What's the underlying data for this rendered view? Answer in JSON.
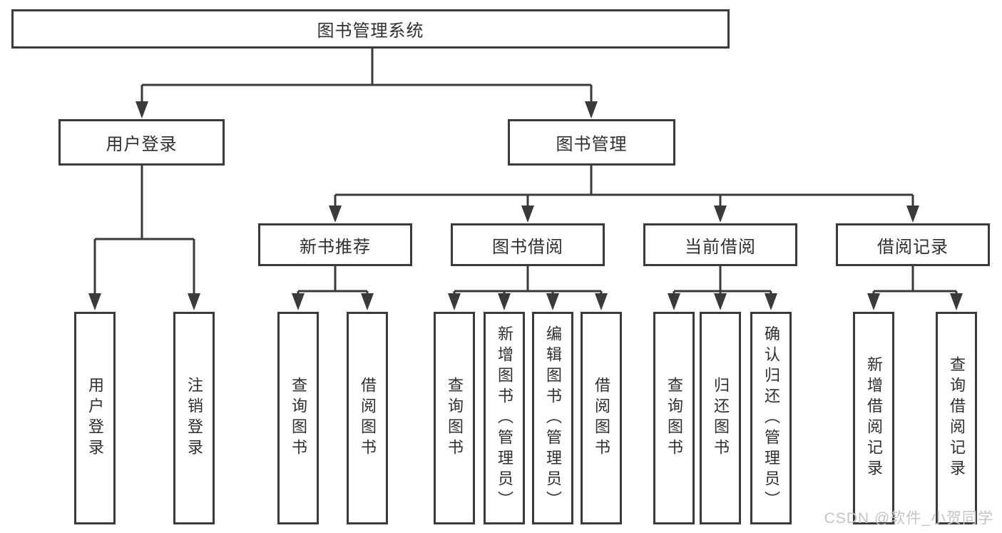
{
  "diagram_type": "hierarchy-tree",
  "tree": {
    "label": "图书管理系统",
    "children": [
      {
        "label": "用户登录",
        "children": [
          {
            "label": "用户登录"
          },
          {
            "label": "注销登录"
          }
        ]
      },
      {
        "label": "图书管理",
        "children": [
          {
            "label": "新书推荐",
            "children": [
              {
                "label": "查询图书"
              },
              {
                "label": "借阅图书"
              }
            ]
          },
          {
            "label": "图书借阅",
            "children": [
              {
                "label": "查询图书"
              },
              {
                "label": "新增图书（管理员）"
              },
              {
                "label": "编辑图书（管理员）"
              },
              {
                "label": "借阅图书"
              }
            ]
          },
          {
            "label": "当前借阅",
            "children": [
              {
                "label": "查询图书"
              },
              {
                "label": "归还图书"
              },
              {
                "label": "确认归还（管理员）"
              }
            ]
          },
          {
            "label": "借阅记录",
            "children": [
              {
                "label": "新增借阅记录"
              },
              {
                "label": "查询借阅记录"
              }
            ]
          }
        ]
      }
    ]
  },
  "watermark": {
    "text": "CSDN @软件_小贺同学"
  },
  "colors": {
    "line": "#3a3a3a",
    "text": "#2f2f2f",
    "watermark": "#c4c4c4",
    "background": "#ffffff"
  }
}
